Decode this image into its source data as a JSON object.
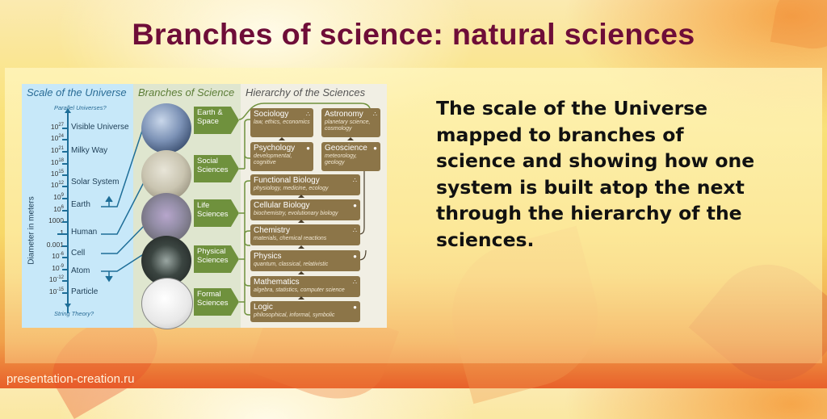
{
  "slide": {
    "title": "Branches of science: natural sciences",
    "body_text": "The scale of the Universe mapped to branches of science and showing how one system is built atop the next through the hierarchy of the sciences.",
    "footer": "presentation-creation.ru"
  },
  "diagram": {
    "columns": {
      "scale": "Scale of the Universe",
      "branches": "Branches of Science",
      "hierarchy": "Hierarchy of the Sciences"
    },
    "scale": {
      "top_note": "Parallel Universes?",
      "bottom_note": "String Theory?",
      "y_axis_label": "Diameter in meters",
      "ticks": [
        {
          "label": "10",
          "exp": "27"
        },
        {
          "label": "10",
          "exp": "24"
        },
        {
          "label": "10",
          "exp": "21"
        },
        {
          "label": "10",
          "exp": "18"
        },
        {
          "label": "10",
          "exp": "15"
        },
        {
          "label": "10",
          "exp": "12"
        },
        {
          "label": "10",
          "exp": "9"
        },
        {
          "label": "10",
          "exp": "6"
        },
        {
          "label": "1000",
          "exp": ""
        },
        {
          "label": "1",
          "exp": ""
        },
        {
          "label": "0.001",
          "exp": ""
        },
        {
          "label": "10",
          "exp": "-6"
        },
        {
          "label": "10",
          "exp": "-9"
        },
        {
          "label": "10",
          "exp": "-12"
        },
        {
          "label": "10",
          "exp": "-15"
        }
      ],
      "objects": [
        "Visible Universe",
        "Milky Way",
        "Solar System",
        "Earth",
        "Human",
        "Cell",
        "Atom",
        "Particle"
      ]
    },
    "branches": [
      {
        "label": "Earth & Space",
        "image": "earth-globe"
      },
      {
        "label": "Social Sciences",
        "image": "brain"
      },
      {
        "label": "Life Sciences",
        "image": "cell"
      },
      {
        "label": "Physical Sciences",
        "image": "atom"
      },
      {
        "label": "Formal Sciences",
        "image": "binary-sphere"
      }
    ],
    "hierarchy": [
      {
        "name": "Sociology",
        "sub": "law, ethics, economics",
        "icon": "cluster-icon"
      },
      {
        "name": "Psychology",
        "sub": "developmental, cognitive",
        "icon": "dot-icon"
      },
      {
        "name": "Astronomy",
        "sub": "planetary science, cosmology",
        "icon": "cluster-icon"
      },
      {
        "name": "Geoscience",
        "sub": "meteorology, geology",
        "icon": "dot-icon"
      },
      {
        "name": "Functional Biology",
        "sub": "physiology, medicine, ecology",
        "icon": "cluster-icon"
      },
      {
        "name": "Cellular Biology",
        "sub": "biochemistry, evolutionary biology",
        "icon": "dot-icon"
      },
      {
        "name": "Chemistry",
        "sub": "materials, chemical reactions",
        "icon": "cluster-icon"
      },
      {
        "name": "Physics",
        "sub": "quantum, classical, relativistic",
        "icon": "dot-icon"
      },
      {
        "name": "Mathematics",
        "sub": "algebra, statistics, computer science",
        "icon": "cluster-icon"
      },
      {
        "name": "Logic",
        "sub": "philosophical, informal, symbolic",
        "icon": "dot-icon"
      }
    ],
    "icons": {
      "cluster": "∴",
      "dot": "●"
    },
    "colors": {
      "title": "#6e0d38",
      "branch_tag": "#6f913d",
      "hier_box": "#8c7548",
      "axis": "#1e6e98"
    }
  }
}
